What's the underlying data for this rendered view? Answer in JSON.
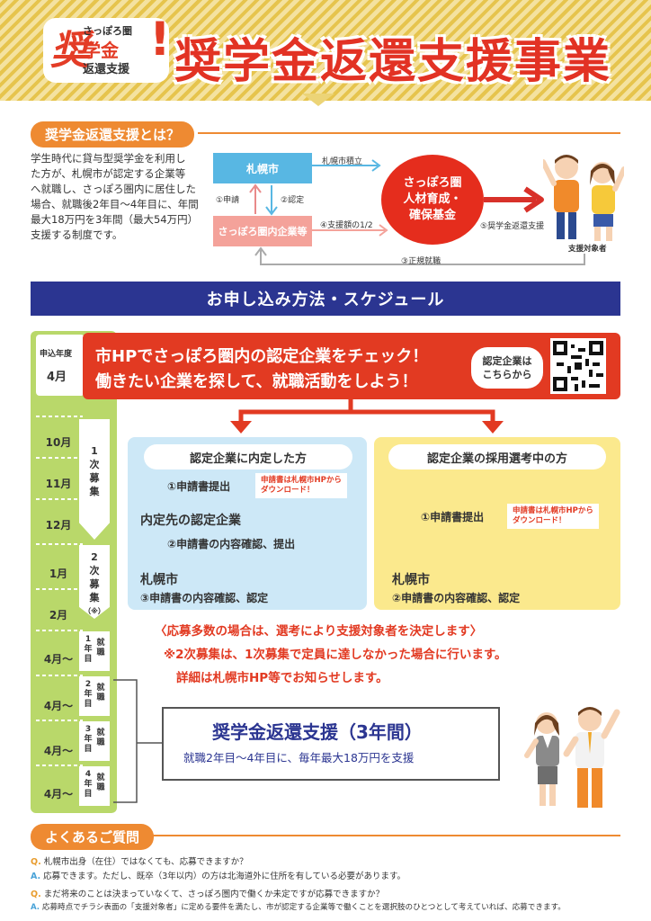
{
  "header": {
    "logo_big": "奨",
    "logo_small1": "さっぽろ圏",
    "logo_small2": "学金",
    "logo_small3": "返還支援",
    "title": "奨学金返還支援事業"
  },
  "about": {
    "heading": "奨学金返還支援とは？",
    "lines": [
      "学生時代に貸与型奨学金を利用し",
      "た方が、札幌市が認定する企業等",
      "へ就職し、さっぽろ圏内に居住した",
      "場合、就職後2年目～4年目に、年間",
      "最大18万円を3年間（最大54万円）",
      "支援する制度です。"
    ]
  },
  "diagram": {
    "city": "札幌市",
    "company": "さっぽろ圏内企業等",
    "fund": [
      "さっぽろ圏",
      "人材育成・",
      "確保基金"
    ],
    "city_deposit": "札幌市積立",
    "apply": "①申請",
    "certify": "②認定",
    "employ": "③正規就職",
    "support_half": "④支援額の1/2",
    "support_return": "⑤奨学金返還支援",
    "target": "支援対象者"
  },
  "schedule": {
    "banner": "お申し込み方法・スケジュール",
    "year_label": "申込年度",
    "first_month": "4月",
    "months": [
      "10月",
      "11月",
      "12月",
      "1月",
      "2月",
      "4月～",
      "4月～",
      "4月～",
      "4月～"
    ],
    "recruit1": [
      "1",
      "次",
      "募",
      "集"
    ],
    "recruit2": [
      "2",
      "次",
      "募",
      "集",
      "（※）"
    ],
    "years": [
      {
        "num": "1",
        "unit": "年",
        "mark": "目",
        "job": "就職"
      },
      {
        "num": "2",
        "unit": "年",
        "mark": "目",
        "job": "就職"
      },
      {
        "num": "3",
        "unit": "年",
        "mark": "目",
        "job": "就職"
      },
      {
        "num": "4",
        "unit": "年",
        "mark": "目",
        "job": "就職"
      }
    ],
    "check_line1": "市HPでさっぽろ圏内の認定企業をチェック！",
    "check_line2": "働きたい企業を探して、就職活動をしよう！",
    "bubble_line1": "認定企業は",
    "bubble_line2": "こちらから",
    "panel_left": {
      "title": "認定企業に内定した方",
      "step1": "①申請書提出",
      "note1": "申請書は札幌市HPから",
      "note2": "ダウンロード！",
      "mid": "内定先の認定企業",
      "step2": "②申請書の内容確認、提出",
      "end": "札幌市",
      "step3": "③申請書の内容確認、認定"
    },
    "panel_right": {
      "title": "認定企業の採用選考中の方",
      "step1": "①申請書提出",
      "note1": "申請書は札幌市HPから",
      "note2": "ダウンロード！",
      "end": "札幌市",
      "step2": "②申請書の内容確認、認定"
    },
    "notice1": "〈応募多数の場合は、選考により支援対象者を決定します〉",
    "notice2": "※2次募集は、1次募集で定員に達しなかった場合に行います。",
    "notice3": "詳細は札幌市HP等でお知らせします。",
    "support_title": "奨学金返還支援（3年間）",
    "support_sub": "就職2年目～4年目に、毎年最大18万円を支援"
  },
  "faq": {
    "heading": "よくあるご質問",
    "q_mark": "Q.",
    "a_mark": "A.",
    "items": [
      {
        "q": "札幌市出身（在住）ではなくても、応募できますか？",
        "a": "応募できます。ただし、既卒（3年以内）の方は北海道外に住所を有している必要があります。"
      },
      {
        "q": "まだ将来のことは決まっていなくて、さっぽろ圏内で働くか未定ですが応募できますか？",
        "a": "応募時点でチラシ表面の「支援対象者」に定める要件を満たし、市が認定する企業等で働くことを選択肢のひとつとして考えていれば、応募できます。"
      }
    ]
  },
  "colors": {
    "accent_red": "#e23a22",
    "navy": "#2b3591",
    "orange": "#ee8a32",
    "green": "#b9d86a"
  }
}
